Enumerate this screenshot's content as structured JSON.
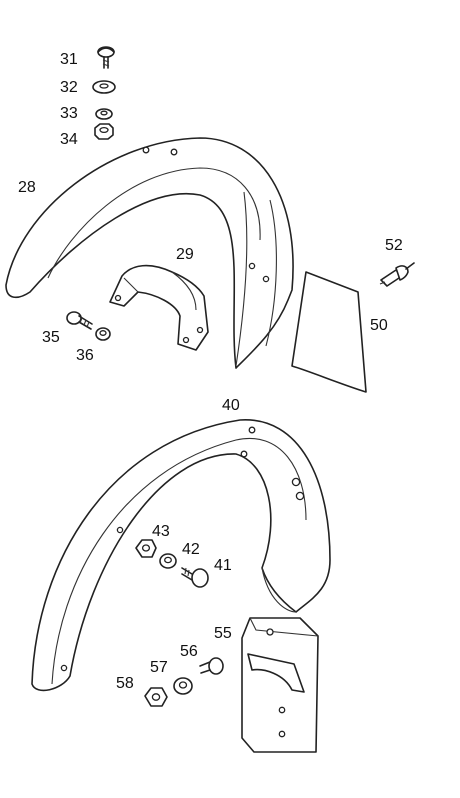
{
  "callouts": {
    "p31": "31",
    "p32": "32",
    "p33": "33",
    "p34": "34",
    "p28": "28",
    "p29": "29",
    "p52": "52",
    "p50": "50",
    "p35": "35",
    "p36": "36",
    "p40": "40",
    "p43": "43",
    "p42": "42",
    "p41": "41",
    "p55": "55",
    "p56": "56",
    "p57": "57",
    "p58": "58"
  }
}
